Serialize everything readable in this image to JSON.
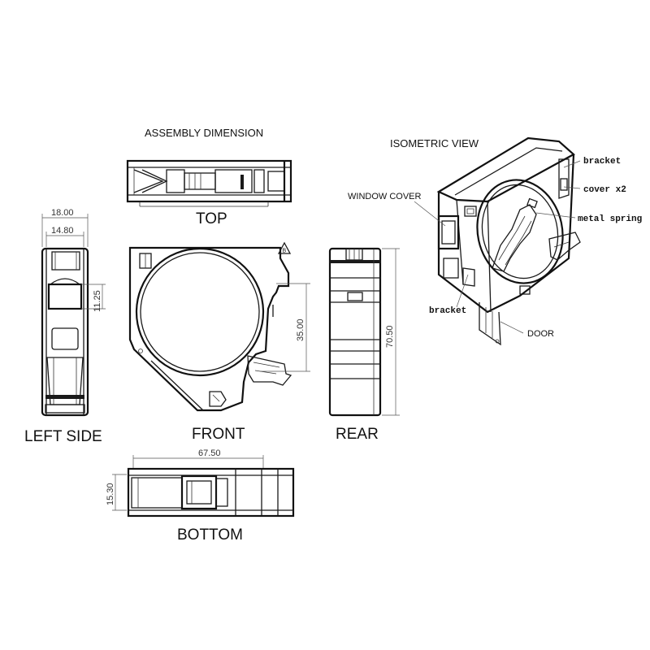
{
  "titles": {
    "assembly": "ASSEMBLY DIMENSION",
    "isometric": "ISOMETRIC VIEW"
  },
  "views": {
    "top": "TOP",
    "left_side": "LEFT SIDE",
    "front": "FRONT",
    "rear": "REAR",
    "bottom": "BOTTOM"
  },
  "dimensions": {
    "width_outer": "18.00",
    "width_inner": "14.80",
    "window_height": "11.25",
    "circle_height": "35.00",
    "total_height": "70.50",
    "total_length": "67.50",
    "bottom_height": "15.30"
  },
  "callouts": {
    "window_cover": "WINDOW COVER",
    "bracket_top": "bracket",
    "cover": "cover x2",
    "metal_spring": "metal spring",
    "bracket_bottom": "bracket",
    "door": "DOOR"
  },
  "marker": "B"
}
